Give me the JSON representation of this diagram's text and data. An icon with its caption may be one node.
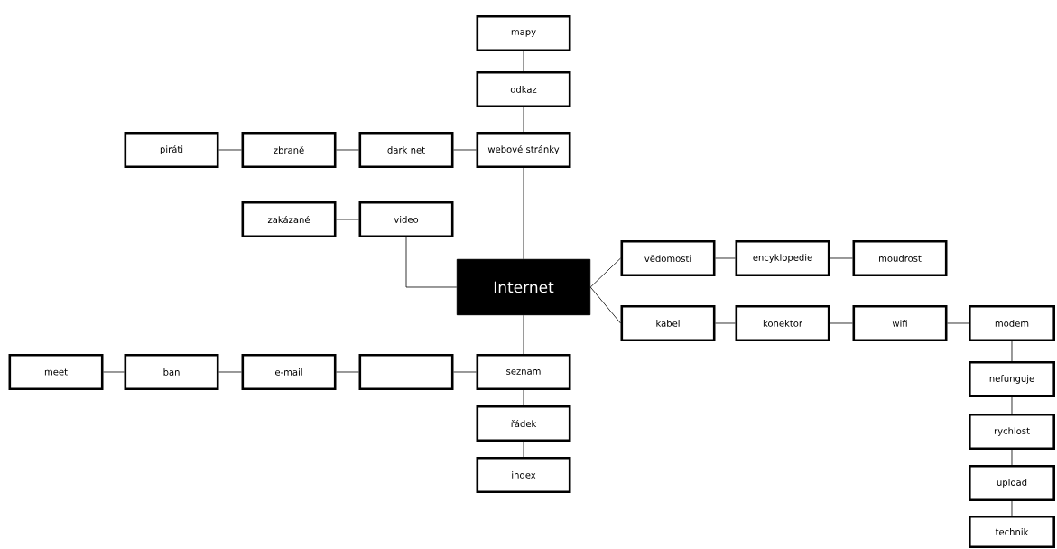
{
  "diagram": {
    "nodes": [
      {
        "text": [
          "mapy"
        ]
      },
      {
        "text": [
          "odkaz"
        ]
      },
      {
        "text": [
          "piráti"
        ]
      },
      {
        "text": [
          "zbraně"
        ]
      },
      {
        "text": [
          "dark net"
        ]
      },
      {
        "text": [
          "webové stránky"
        ]
      },
      {
        "text": [
          "zakázané"
        ]
      },
      {
        "text": [
          "video"
        ]
      },
      {
        "text": [
          "vědomosti"
        ]
      },
      {
        "text": [
          "encyklopedie"
        ]
      },
      {
        "text": [
          "moudrost"
        ]
      },
      {
        "text": [
          "Internet"
        ]
      },
      {
        "text": [
          "kabel"
        ]
      },
      {
        "text": [
          "konektor"
        ]
      },
      {
        "text": [
          "wifi"
        ]
      },
      {
        "text": [
          "modem"
        ]
      },
      {
        "text": [
          "meet"
        ]
      },
      {
        "text": [
          "ban"
        ]
      },
      {
        "text": [
          "e-mail"
        ]
      },
      {
        "text": [],
        "shape": "box"
      },
      {
        "text": [
          "seznam"
        ]
      },
      {
        "text": [
          "nefunguje"
        ]
      },
      {
        "text": [
          "řádek"
        ]
      },
      {
        "text": [
          "rychlost"
        ]
      },
      {
        "text": [
          "index"
        ]
      },
      {
        "text": [
          "upload"
        ]
      },
      {
        "text": [
          "technik"
        ]
      }
    ],
    "edges": [
      {
        "from": 11,
        "to": 5,
        "arrow": "none"
      },
      {
        "from": 5,
        "to": 1,
        "arrow": "none"
      },
      {
        "from": 1,
        "to": 0,
        "arrow": "none"
      },
      {
        "from": 5,
        "to": 4,
        "arrow": "none"
      },
      {
        "from": 4,
        "to": 3,
        "arrow": "none"
      },
      {
        "from": 3,
        "to": 2,
        "arrow": "none"
      },
      {
        "from": 11,
        "to": 7,
        "arrow": "none"
      },
      {
        "from": 7,
        "to": 6,
        "arrow": "none"
      },
      {
        "from": 11,
        "to": 8,
        "arrow": "none"
      },
      {
        "from": 8,
        "to": 9,
        "arrow": "none"
      },
      {
        "from": 9,
        "to": 10,
        "arrow": "none"
      },
      {
        "from": 11,
        "to": 12,
        "arrow": "none"
      },
      {
        "from": 12,
        "to": 13,
        "arrow": "none"
      },
      {
        "from": 13,
        "to": 14,
        "arrow": "none"
      },
      {
        "from": 14,
        "to": 15,
        "arrow": "none"
      },
      {
        "from": 15,
        "to": 21,
        "arrow": "none"
      },
      {
        "from": 21,
        "to": 23,
        "arrow": "none"
      },
      {
        "from": 23,
        "to": 25,
        "arrow": "none"
      },
      {
        "from": 25,
        "to": 26,
        "arrow": "none"
      },
      {
        "from": 11,
        "to": 20,
        "arrow": "none"
      },
      {
        "from": 20,
        "to": 19,
        "arrow": "none"
      },
      {
        "from": 19,
        "to": 18,
        "arrow": "none"
      },
      {
        "from": 18,
        "to": 17,
        "arrow": "none"
      },
      {
        "from": 17,
        "to": 16,
        "arrow": "none"
      },
      {
        "from": 20,
        "to": 22,
        "arrow": "none"
      },
      {
        "from": 22,
        "to": 24,
        "arrow": "none"
      }
    ]
  }
}
